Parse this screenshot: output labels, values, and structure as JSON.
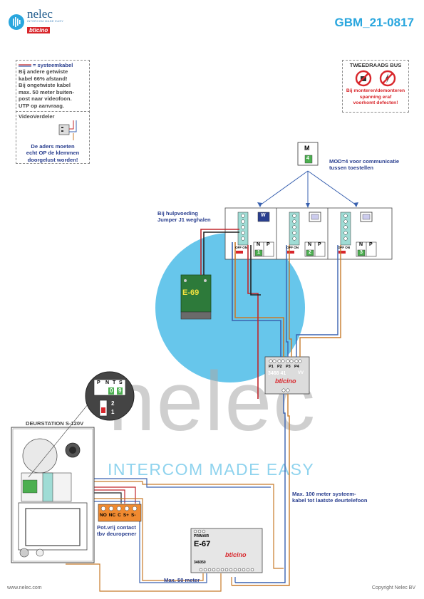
{
  "header": {
    "brand": "nelec",
    "tagline": "INTERCOM MADE EASY",
    "partner": "bticino",
    "doc_number": "GBM_21-0817"
  },
  "legend_box": {
    "title": "= systeemkabel",
    "lines": [
      "Bij andere getwiste",
      "kabel 66% afstand!",
      "Bij ongetwiste kabel",
      "max. 50 meter buiten-",
      "post naar videofoon.",
      "UTP op aanvraag."
    ]
  },
  "video_box": {
    "title": "VideoVerdeler",
    "lines": [
      "De aders moeten",
      "echt OP de klemmen",
      "doorgelust worden!"
    ]
  },
  "bus_box": {
    "title": "TWEEDRAADS BUS",
    "lines": [
      "Bij monteren/demonteren",
      "spanning eraf",
      "voorkomt defecten!"
    ]
  },
  "notes": {
    "mod": [
      "MOD=4 voor communicatie",
      "tussen toestellen"
    ],
    "jumper": [
      "Bij hulpvoeding",
      "Jumper J1 weghalen"
    ],
    "max100": [
      "Max. 100 meter systeem-",
      "kabel tot laatste deurtelefoon"
    ],
    "max50": "Max. 50 meter",
    "pot": [
      "Pot.vrij contact",
      "tbv deuropener"
    ]
  },
  "labels": {
    "mod_module": "M",
    "mod_value": "4",
    "monitor_w": "W",
    "monitor_nums": [
      "1",
      "2",
      "3"
    ],
    "term_n": "N",
    "term_p": "P",
    "off_on": "OFF ON",
    "psu": "E-69",
    "distributor": "3468 41",
    "vv": "VV",
    "ports": [
      "P1",
      "P2",
      "P3",
      "P4"
    ],
    "door_title": "DEURSTATION S-120V",
    "detail_terms": [
      "P",
      "N",
      "T",
      "S"
    ],
    "detail_values": [
      "0",
      "9"
    ],
    "jumper_vals": [
      "2",
      "1"
    ],
    "relay_terms": [
      "NO",
      "NC",
      "C",
      "S+",
      "S-"
    ],
    "psu2": "E-67",
    "psu2_sub": "PRIMAIR",
    "psu2_code": "346050",
    "watermark": "nelec",
    "watermark_tag": "INTERCOM MADE EASY"
  },
  "footer": {
    "left": "www.nelec.com",
    "right": "Copyright Nelec BV"
  },
  "colors": {
    "accent": "#29a6de",
    "brand": "#1e5a8c",
    "bticino": "#d8262b",
    "wire_red": "#c0262b",
    "wire_orange": "#c87a2a",
    "wire_blue": "#3a62b0",
    "psu_green": "#2d7a3a"
  }
}
